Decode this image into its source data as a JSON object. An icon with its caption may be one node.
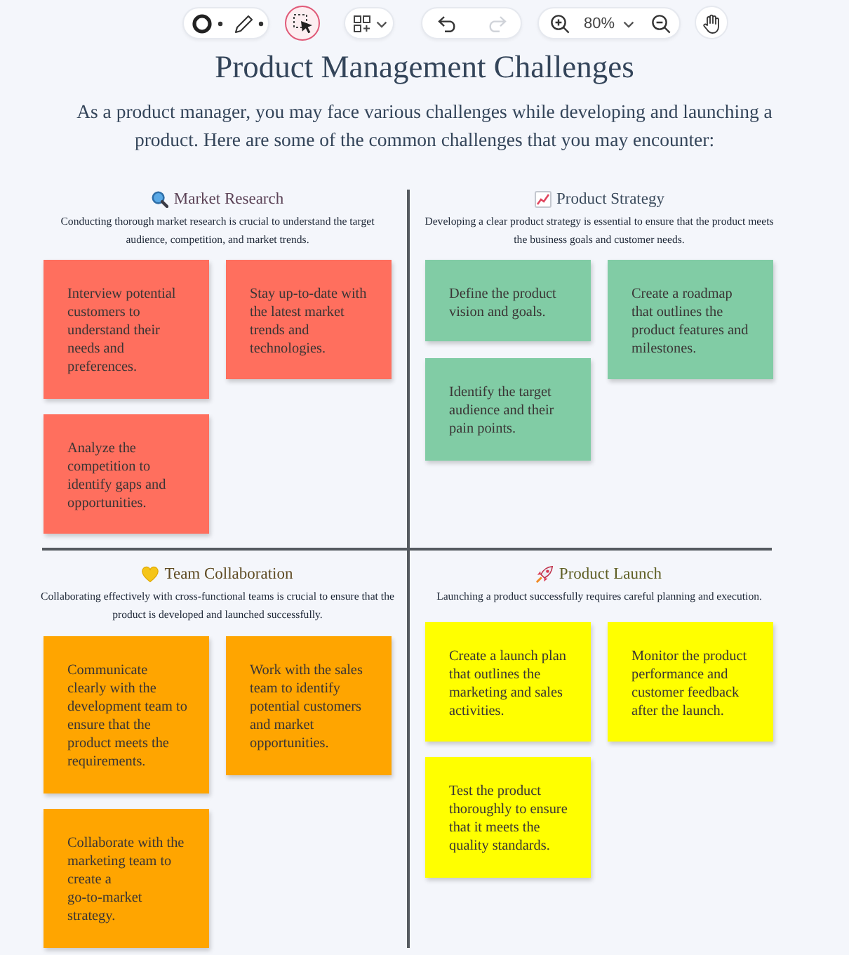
{
  "diagram": {
    "title": "Product Management Challenges",
    "nodes": [
      {
        "text": [
          "Interview potential customers to understand their needs and preferences."
        ]
      },
      {
        "text": [
          "Stay up-to-date with the latest market trends and technologies."
        ]
      },
      {
        "text": [
          "Analyze the competition to identify gaps and opportunities."
        ]
      },
      {
        "text": [
          "Define the product vision and goals."
        ]
      },
      {
        "text": [
          "Create a roadmap that outlines the product features and milestones."
        ]
      },
      {
        "text": [
          "Identify the target audience and their pain points."
        ]
      },
      {
        "text": [
          "Communicate clearly with the development team to ensure that the product meets the requirements."
        ]
      },
      {
        "text": [
          "Work with the sales team to identify potential customers and market opportunities."
        ]
      },
      {
        "text": [
          "Collaborate with the marketing team to create a go-to-market strategy."
        ]
      },
      {
        "text": [
          "Create a launch plan that outlines the marketing and sales activities."
        ]
      },
      {
        "text": [
          "Monitor the product performance and customer feedback after the launch."
        ]
      },
      {
        "text": [
          "Test the product thoroughly to ensure that it meets the quality standards."
        ]
      }
    ],
    "labels": [
      "80%",
      "As a product manager, you may face various challenges while developing and launching a product. Here are some of the common challenges that you may encounter:",
      "Market Research",
      "Conducting thorough market research is crucial to understand the target audience, competition, and market trends.",
      "Product Strategy",
      "Developing a clear product strategy is essential to ensure that the product meets the business goals and customer needs.",
      "Team Collaboration",
      "Collaborating effectively with cross-functional teams is crucial to ensure that the product is developed and launched successfully.",
      "Product Launch",
      "Launching a product successfully requires careful planning and execution."
    ]
  }
}
